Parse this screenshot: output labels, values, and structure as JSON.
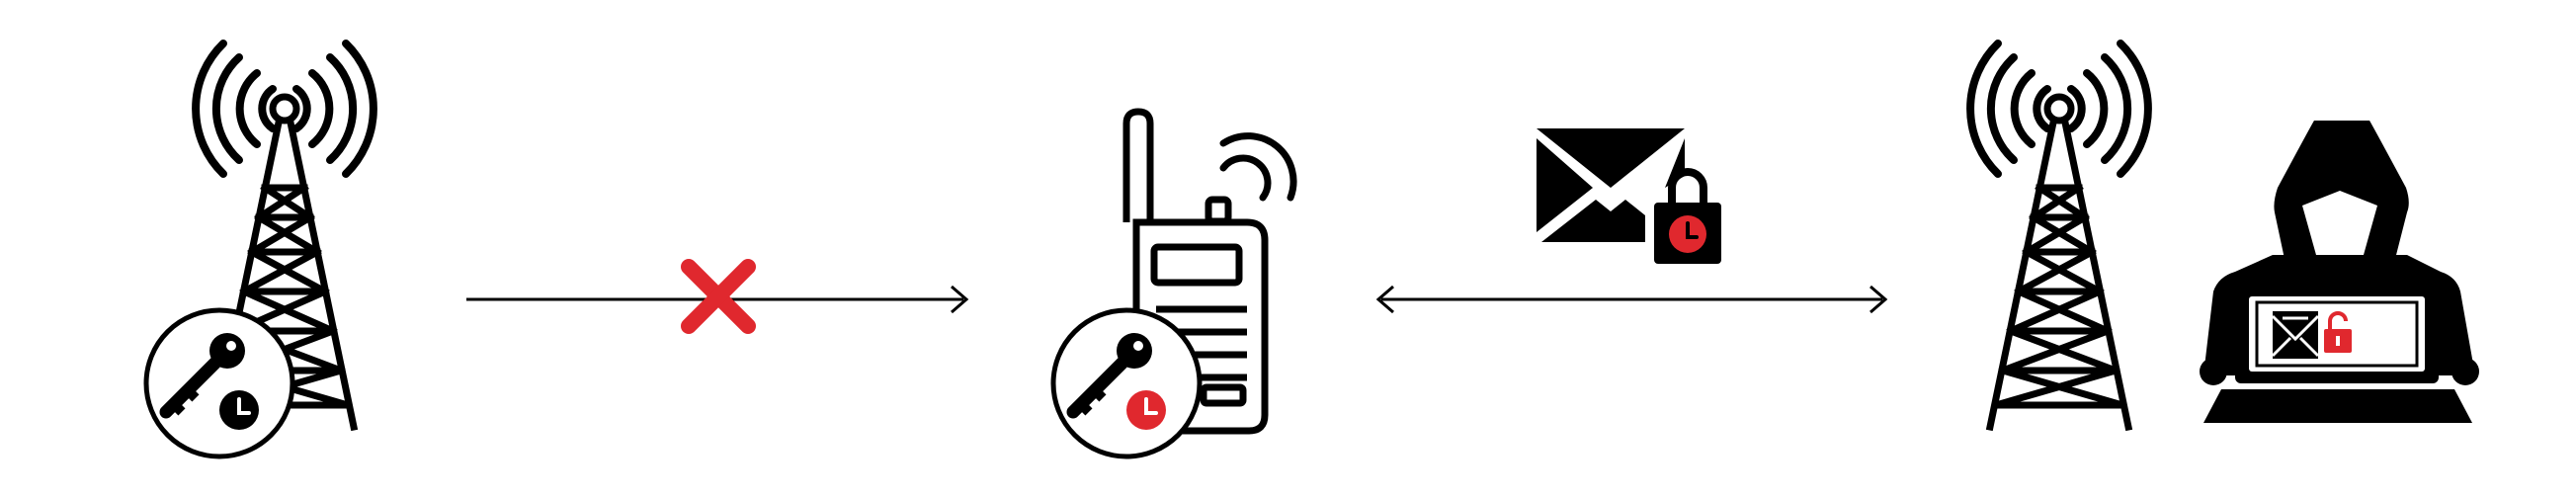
{
  "diagram": {
    "nodes": [
      {
        "id": "legit-tower",
        "icon": "cell-tower-icon",
        "badge": "key-clock-badge-icon"
      },
      {
        "id": "radio-device",
        "icon": "walkie-talkie-icon",
        "badge": "key-expired-clock-badge-icon"
      },
      {
        "id": "rogue-tower",
        "icon": "cell-tower-icon"
      },
      {
        "id": "attacker",
        "icon": "hooded-attacker-laptop-icon"
      }
    ],
    "links": [
      {
        "from": "legit-tower",
        "to": "radio-device",
        "direction": "one-way",
        "status": "blocked",
        "marker": "red-x-icon"
      },
      {
        "from": "radio-device",
        "to": "rogue-tower",
        "direction": "two-way",
        "status": "active",
        "payload": "envelope-lock-clock-icon"
      }
    ],
    "colors": {
      "ink": "#000000",
      "alert": "#e0282e",
      "background": "#ffffff"
    }
  }
}
